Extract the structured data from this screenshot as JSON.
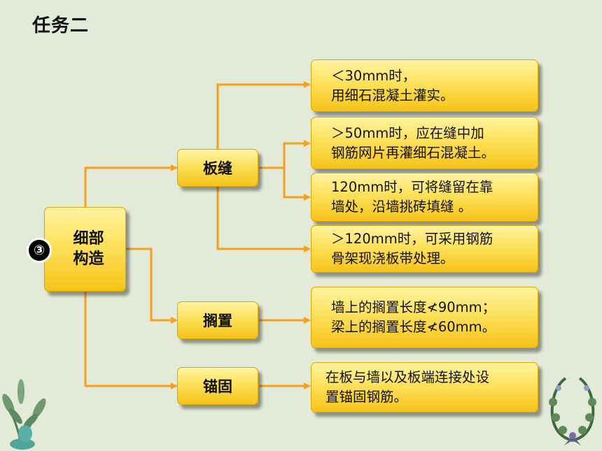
{
  "title": "任务二",
  "main": {
    "badge": "③",
    "line1": "细部",
    "line2": "构造"
  },
  "categories": [
    {
      "label": "板缝"
    },
    {
      "label": "搁置"
    },
    {
      "label": "锚固"
    }
  ],
  "leaves": [
    {
      "line1": "＜30mm时，",
      "line2": "用细石混凝土灌实。"
    },
    {
      "line1": "＞50mm时，应在缝中加",
      "line2": "钢筋网片再灌细石混凝土。"
    },
    {
      "line1": "120mm时，可将缝留在靠",
      "line2": "墙处，沿墙挑砖填缝 。"
    },
    {
      "line1": "＞120mm时，可采用钢筋",
      "line2": "骨架现浇板带处理。"
    },
    {
      "line1": "墙上的搁置长度≮90mm；",
      "line2": "梁上的搁置长度≮60mm。"
    },
    {
      "line1": "在板与墙以及板端连接处设",
      "line2": "置锚固钢筋。"
    }
  ],
  "colors": {
    "connector": "#f5a020",
    "box_top": "#fff3a0",
    "box_bottom": "#f5c318",
    "background": "#e3ead8"
  }
}
